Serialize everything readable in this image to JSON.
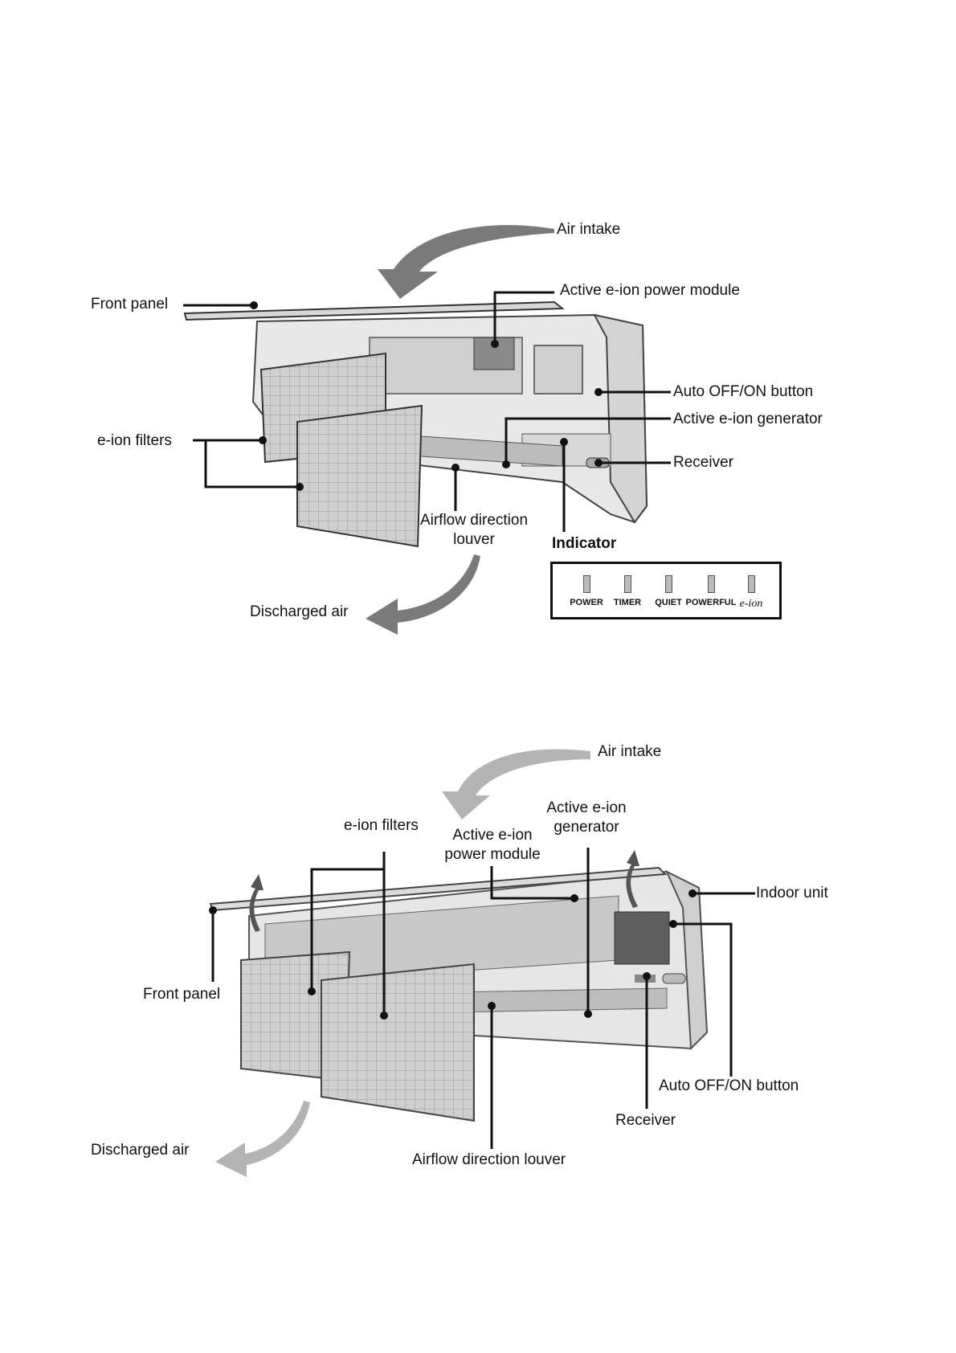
{
  "figure_top": {
    "labels": {
      "air_intake": "Air intake",
      "front_panel": "Front panel",
      "power_module": "Active e-ion power module",
      "auto_button": "Auto OFF/ON button",
      "eion_generator": "Active e-ion generator",
      "eion_filters": "e-ion filters",
      "receiver": "Receiver",
      "louver_line1": "Airflow direction",
      "louver_line2": "louver",
      "indicator": "Indicator",
      "discharged_air": "Discharged air"
    },
    "indicator_lamps": [
      "POWER",
      "TIMER",
      "QUIET",
      "POWERFUL",
      "e-ion"
    ]
  },
  "figure_bottom": {
    "labels": {
      "air_intake": "Air intake",
      "eion_filters": "e-ion filters",
      "power_module_line1": "Active e-ion",
      "power_module_line2": "power module",
      "generator_line1": "Active e-ion",
      "generator_line2": "generator",
      "indoor_unit": "Indoor unit",
      "front_panel": "Front panel",
      "auto_button": "Auto OFF/ON button",
      "receiver": "Receiver",
      "discharged_air": "Discharged air",
      "louver": "Airflow direction louver"
    }
  },
  "colors": {
    "line": "#111111",
    "arrow_top": "#7a7a7a",
    "arrow_bottom": "#b4b4b4",
    "unit_fill": "#e6e6e6"
  }
}
